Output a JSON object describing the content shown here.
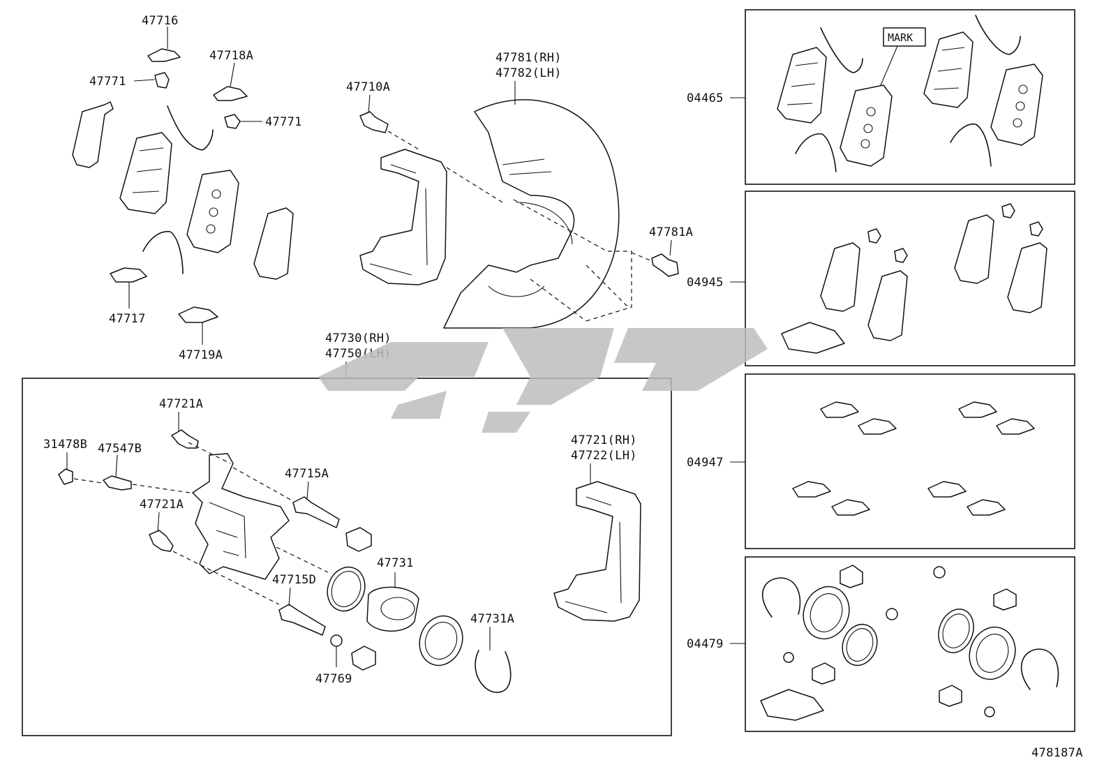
{
  "diagram": {
    "left_labels": {
      "p47716": "47716",
      "p47771_a": "47771",
      "p47718a": "47718A",
      "p47771_b": "47771",
      "p47717": "47717",
      "p47719a": "47719A"
    },
    "mid_labels": {
      "p47710a": "47710A",
      "p47781_rh": "47781(RH)",
      "p47782_lh": "47782(LH)",
      "p47781a": "47781A",
      "p47730_rh": "47730(RH)",
      "p47750_lh": "47750(LH)"
    },
    "caliper_labels": {
      "p47721a_top": "47721A",
      "p31478b": "31478B",
      "p47547b": "47547B",
      "p47721a_mid": "47721A",
      "p47715a": "47715A",
      "p47715d": "47715D",
      "p47731": "47731",
      "p47731a": "47731A",
      "p47769": "47769",
      "p47721_rh": "47721(RH)",
      "p47722_lh": "47722(LH)"
    },
    "kits": [
      {
        "code": "04465",
        "inner_label": "MARK"
      },
      {
        "code": "04945"
      },
      {
        "code": "04947"
      },
      {
        "code": "04479"
      }
    ],
    "figure_id": "478187A"
  }
}
